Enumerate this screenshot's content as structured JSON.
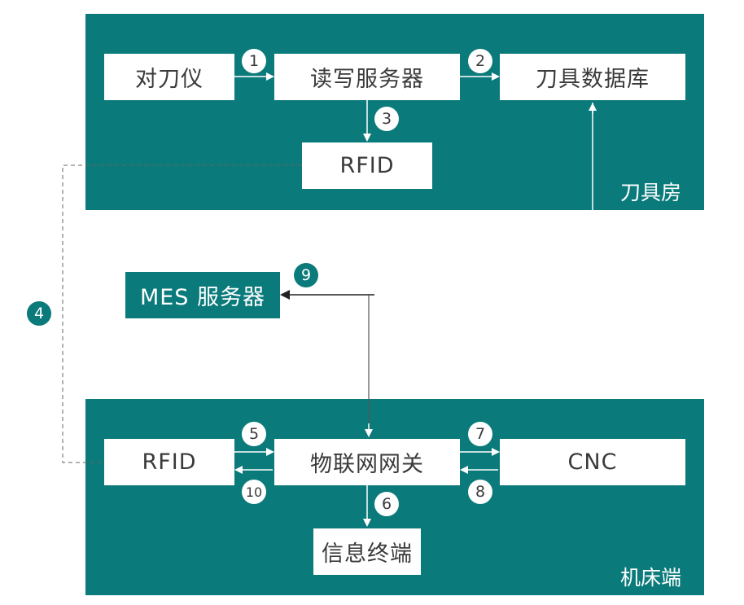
{
  "panels": {
    "tool_room": {
      "label": "刀具房"
    },
    "machine_side": {
      "label": "机床端"
    }
  },
  "nodes": {
    "presetter": "对刀仪",
    "rw_server": "读写服务器",
    "tool_db": "刀具数据库",
    "rfid_top": "RFID",
    "mes": "MES 服务器",
    "rfid_bottom": "RFID",
    "iot_gateway": "物联网网关",
    "cnc": "CNC",
    "info_terminal": "信息终端"
  },
  "steps": [
    "1",
    "2",
    "3",
    "4",
    "5",
    "6",
    "7",
    "8",
    "9",
    "10"
  ],
  "colors": {
    "panel": "#0b7a7b",
    "text": "#3a3a3a",
    "line": "#ffffff",
    "connector": "#555555"
  }
}
